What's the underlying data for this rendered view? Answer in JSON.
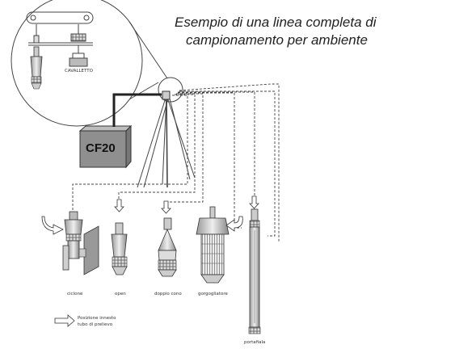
{
  "title": {
    "line1": "Esempio di una linea completa  di",
    "line2": "campionamento per ambiente"
  },
  "labels": {
    "cavalletto": "CAVALLETTO",
    "unit": "CF20",
    "ciclone": "ciclone",
    "open": "open",
    "doppio_cono": "doppio cono",
    "gorgogliatore": "gorgogliatore",
    "portafiala": "portafiala",
    "legend_line1": "Posizione innesto",
    "legend_line2": "tubo di prelievo"
  },
  "icons": {
    "legend": "hollow-arrow-right-icon",
    "inlet": "hollow-arrow-down-icon"
  },
  "colors": {
    "background": "#ffffff",
    "unit_box": "#8f8f8f",
    "lines": "#444444"
  }
}
